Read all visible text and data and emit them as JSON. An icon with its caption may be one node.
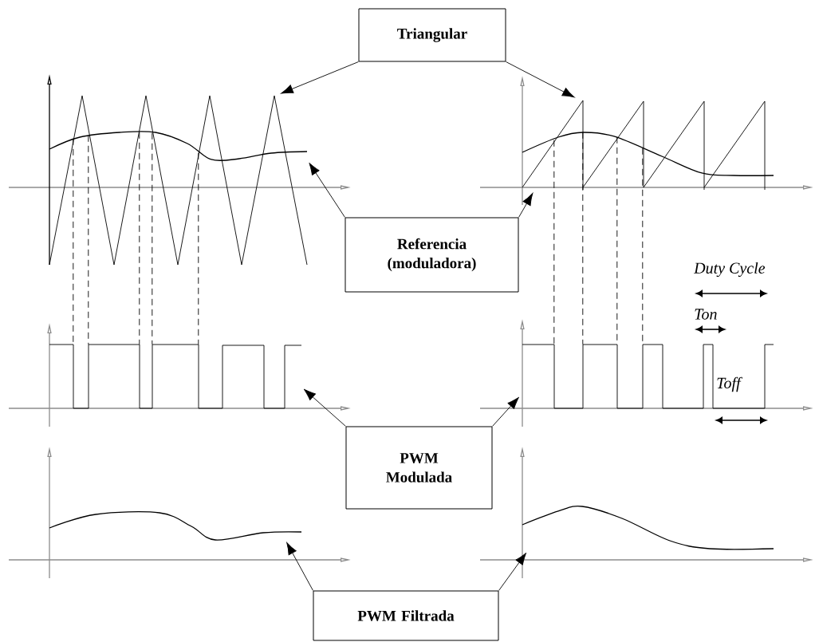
{
  "diagram": {
    "nodes": [
      {
        "text": [
          "Triangular"
        ]
      },
      {
        "text": [
          "Referencia (moduladora)"
        ]
      },
      {
        "text": [
          "PWM Modulada"
        ]
      },
      {
        "text": [
          "PWM Filtrada"
        ]
      },
      {
        "text": [],
        "shape": "picture"
      },
      {
        "text": [],
        "shape": "picture"
      },
      {
        "text": [],
        "shape": "picture"
      },
      {
        "text": [],
        "shape": "picture"
      },
      {
        "text": [],
        "shape": "picture"
      },
      {
        "text": [],
        "shape": "picture"
      }
    ],
    "edges": [
      {
        "from": 0,
        "to": 4,
        "arrow": "to"
      },
      {
        "from": 0,
        "to": 5,
        "arrow": "to"
      },
      {
        "from": 1,
        "to": 4,
        "arrow": "to"
      },
      {
        "from": 1,
        "to": 5,
        "arrow": "to"
      },
      {
        "from": 2,
        "to": 6,
        "arrow": "to"
      },
      {
        "from": 2,
        "to": 7,
        "arrow": "to"
      },
      {
        "from": 3,
        "to": 8,
        "arrow": "to"
      },
      {
        "from": 3,
        "to": 9,
        "arrow": "to"
      },
      {
        "from": 4,
        "to": 6,
        "arrow": "none",
        "style": "dashed"
      },
      {
        "from": 4,
        "to": 6,
        "arrow": "none",
        "style": "dashed"
      },
      {
        "from": 4,
        "to": 6,
        "arrow": "none",
        "style": "dashed"
      },
      {
        "from": 4,
        "to": 6,
        "arrow": "none",
        "style": "dashed"
      },
      {
        "from": 4,
        "to": 6,
        "arrow": "none",
        "style": "dashed"
      },
      {
        "from": 5,
        "to": 7,
        "arrow": "none",
        "style": "dashed"
      },
      {
        "from": 5,
        "to": 7,
        "arrow": "none",
        "style": "dashed"
      },
      {
        "from": 5,
        "to": 7,
        "arrow": "none",
        "style": "dashed"
      },
      {
        "from": 5,
        "to": 7,
        "arrow": "none",
        "style": "dashed"
      }
    ],
    "labels": [
      "Duty Cycle",
      "Ton",
      "Toff"
    ]
  }
}
